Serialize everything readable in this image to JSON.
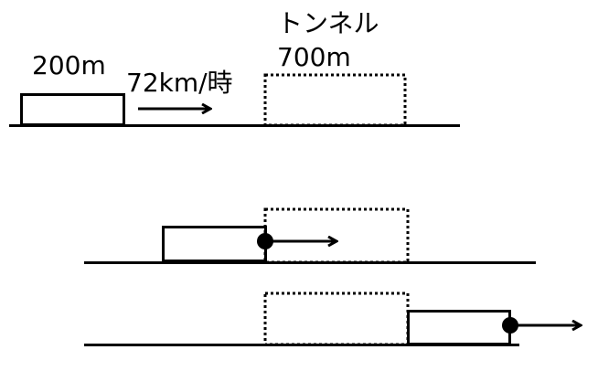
{
  "labels": {
    "train_length": "200m",
    "speed": "72km/時",
    "tunnel_name": "トンネル",
    "tunnel_length": "700m"
  },
  "colors": {
    "ink": "#000000",
    "background": "#ffffff"
  }
}
